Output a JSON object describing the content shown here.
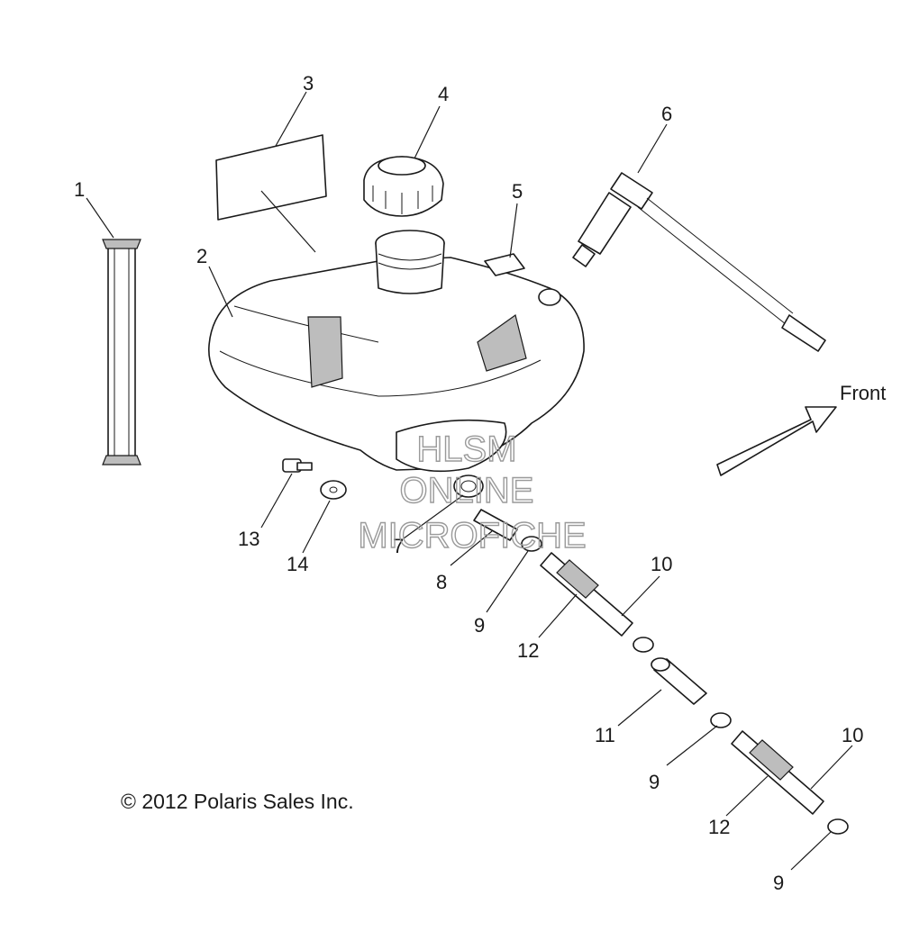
{
  "callouts": {
    "c1": "1",
    "c2": "2",
    "c3": "3",
    "c4": "4",
    "c5": "5",
    "c6": "6",
    "c7": "7",
    "c8": "8",
    "c9a": "9",
    "c9b": "9",
    "c9c": "9",
    "c10a": "10",
    "c10b": "10",
    "c11": "11",
    "c12a": "12",
    "c12b": "12",
    "c13": "13",
    "c14": "14"
  },
  "front_label": "Front",
  "copyright": "© 2012 Polaris Sales Inc.",
  "watermark": {
    "line1": "HLSM",
    "line2": "ONLINE",
    "line3": "MICROFICHE"
  }
}
